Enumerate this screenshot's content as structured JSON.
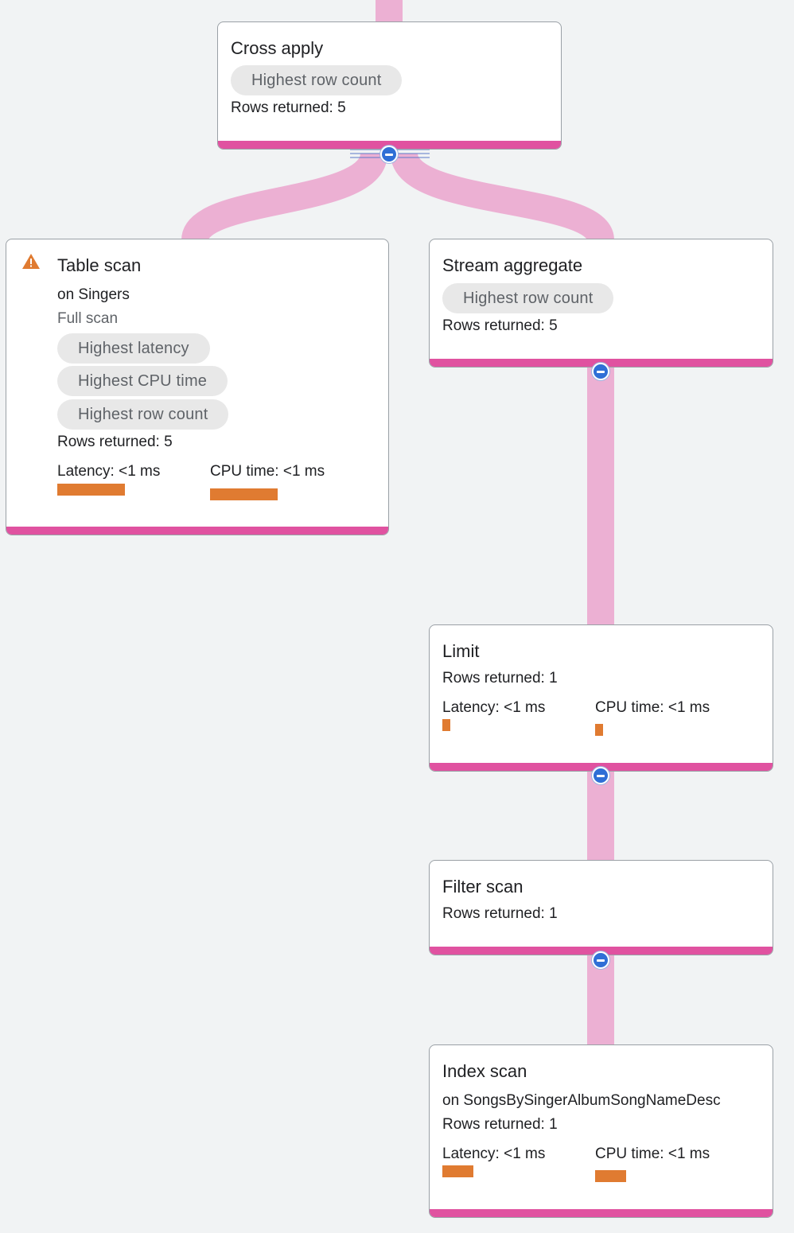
{
  "nodes": {
    "cross_apply": {
      "title": "Cross apply",
      "chips": [
        "Highest row count"
      ],
      "rows": "Rows returned: 5"
    },
    "table_scan": {
      "title": "Table scan",
      "on": "on Singers",
      "scan_type": "Full scan",
      "chips": [
        "Highest latency",
        "Highest CPU time",
        "Highest row count"
      ],
      "rows": "Rows returned: 5",
      "latency": "Latency: <1 ms",
      "cpu": "CPU time: <1 ms",
      "warning_icon": "warning-triangle-icon"
    },
    "stream_aggregate": {
      "title": "Stream aggregate",
      "chips": [
        "Highest row count"
      ],
      "rows": "Rows returned: 5"
    },
    "limit": {
      "title": "Limit",
      "rows": "Rows returned: 1",
      "latency": "Latency: <1 ms",
      "cpu": "CPU time: <1 ms"
    },
    "filter_scan": {
      "title": "Filter scan",
      "rows": "Rows returned: 1"
    },
    "index_scan": {
      "title": "Index scan",
      "on": "on SongsBySingerAlbumSongNameDesc",
      "rows": "Rows returned: 1",
      "latency": "Latency: <1 ms",
      "cpu": "CPU time: <1 ms"
    }
  },
  "colors": {
    "edge": "#ecb0d3",
    "node_bar": "#e052a0",
    "metric": "#e07b31",
    "collapse": "#2f6fd6",
    "warning": "#e07b31"
  },
  "icons": {
    "collapse": "collapse-minus-icon",
    "warning": "warning-triangle-icon"
  }
}
